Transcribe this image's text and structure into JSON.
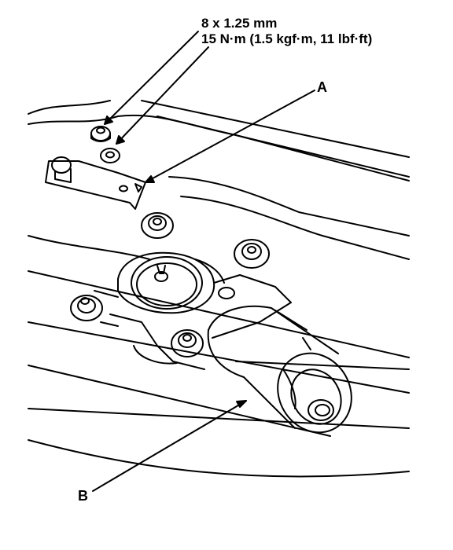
{
  "callouts": {
    "fastener_spec": {
      "size": "8 x 1.25 mm",
      "torque": "15 N·m (1.5 kgf·m, 11 lbf·ft)"
    },
    "label_a": "A",
    "label_b": "B"
  }
}
